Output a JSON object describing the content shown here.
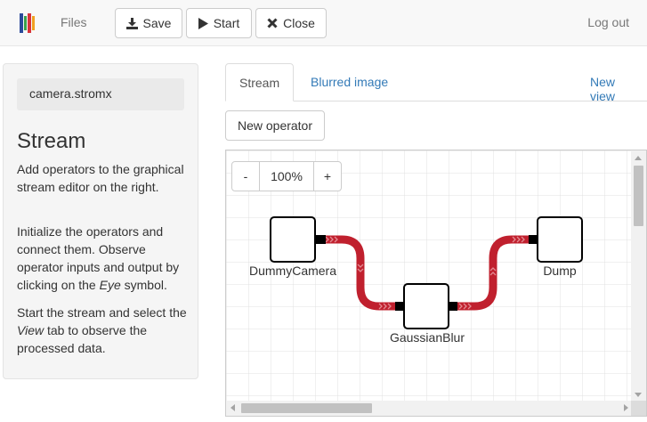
{
  "navbar": {
    "brand_icon": "stromx-logo-icon",
    "files_label": "Files",
    "save_label": "Save",
    "start_label": "Start",
    "close_label": "Close",
    "logout_label": "Log out"
  },
  "sidebar": {
    "filename": "camera.stromx",
    "title": "Stream",
    "paragraph1": "Add operators to the graphical stream editor on the right.",
    "paragraph2_pre": "Initialize the operators and connect them. Observe operator inputs and output by clicking on the ",
    "paragraph2_em": "Eye",
    "paragraph2_post": " symbol.",
    "paragraph3_pre": "Start the stream and select the ",
    "paragraph3_em": "View",
    "paragraph3_post": " tab to observe the processed data."
  },
  "tabs": {
    "items": [
      {
        "label": "Stream",
        "active": true
      },
      {
        "label": "Blurred image",
        "active": false
      }
    ],
    "new_view_label": "New view"
  },
  "editor": {
    "new_operator_label": "New operator",
    "zoom": {
      "minus": "-",
      "level": "100%",
      "plus": "+"
    },
    "operators": [
      {
        "name": "DummyCamera"
      },
      {
        "name": "GaussianBlur"
      },
      {
        "name": "Dump"
      }
    ],
    "connections": [
      {
        "from": "DummyCamera",
        "to": "GaussianBlur"
      },
      {
        "from": "GaussianBlur",
        "to": "Dump"
      }
    ],
    "colors": {
      "connection": "#c0202e",
      "port": "#000000",
      "grid": "#e0e0e0",
      "link": "#337ab7"
    }
  }
}
